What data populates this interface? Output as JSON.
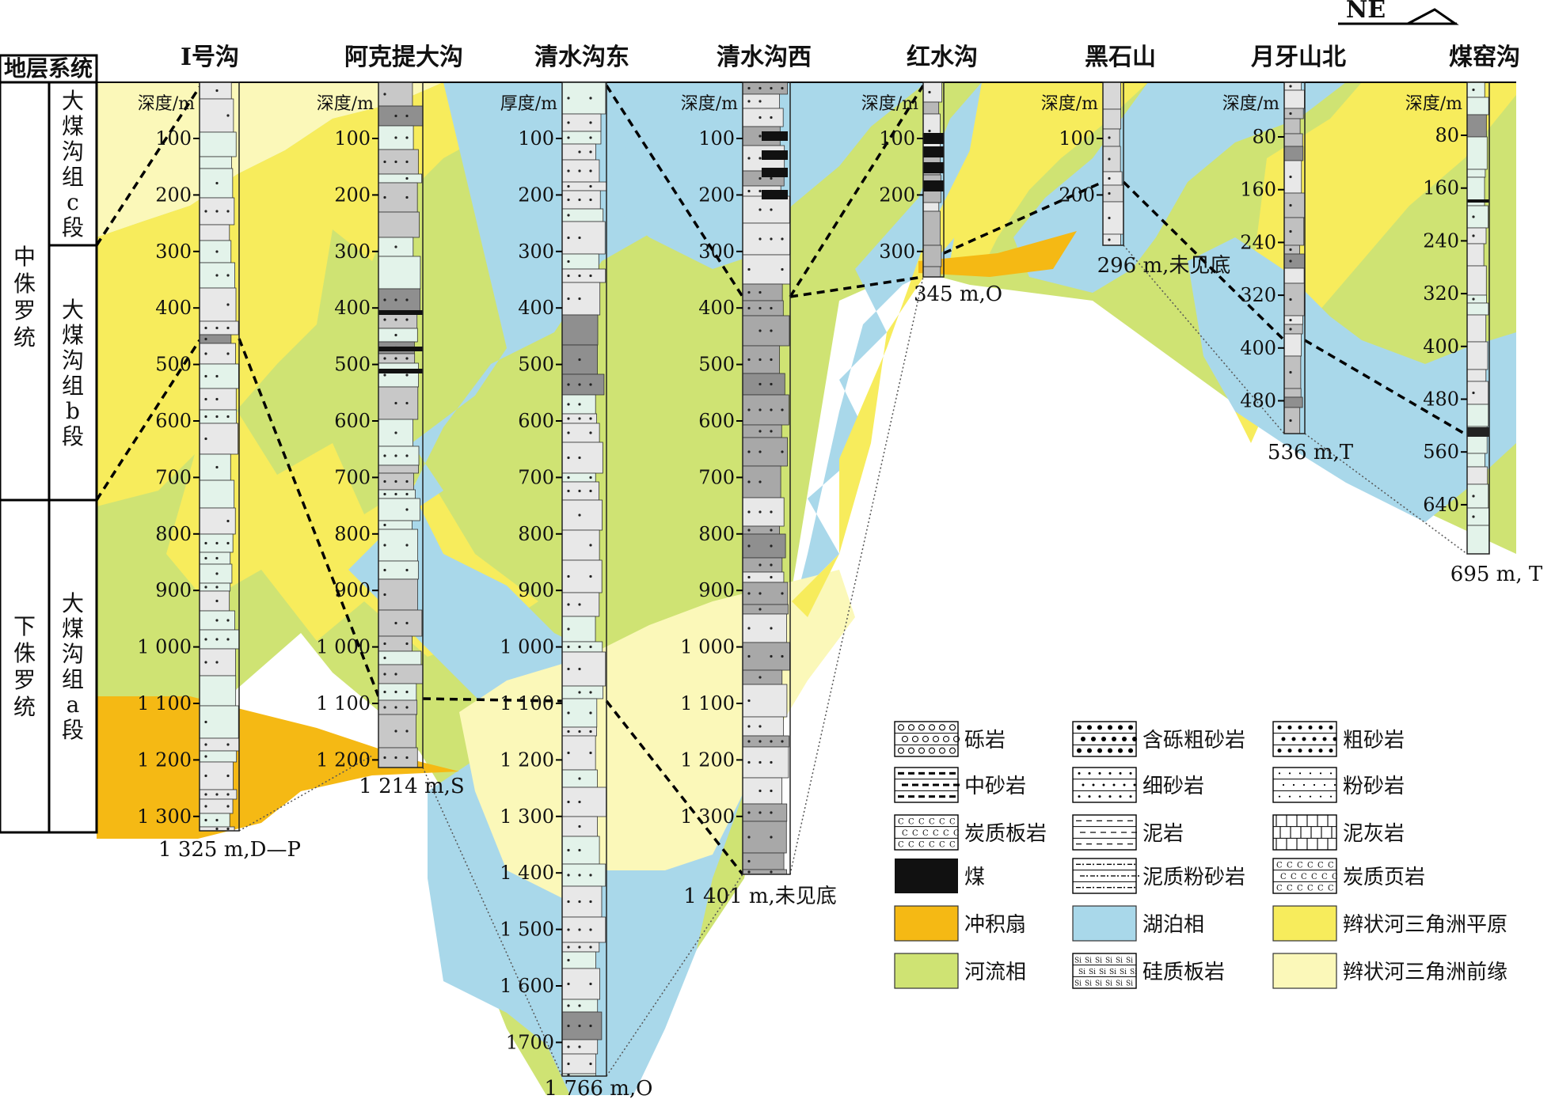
{
  "north_arrow": {
    "label": "NE"
  },
  "stratigraphy": {
    "header": "地层系统",
    "series": [
      {
        "name": "中侏罗统"
      },
      {
        "name": "下侏罗统"
      }
    ],
    "members": [
      {
        "name": "大煤沟组c段"
      },
      {
        "name": "大煤沟组b段"
      },
      {
        "name": "大煤沟组a段"
      }
    ]
  },
  "sections": [
    {
      "name": "I号沟",
      "ylabel": "深度/m",
      "ticks": [
        "100",
        "200",
        "300",
        "400",
        "500",
        "600",
        "700",
        "800",
        "900",
        "1 000",
        "1 100",
        "1 200",
        "1 300"
      ],
      "bottom_label": "1 325 m,D—P"
    },
    {
      "name": "阿克提大沟",
      "ylabel": "深度/m",
      "ticks": [
        "100",
        "200",
        "300",
        "400",
        "500",
        "600",
        "700",
        "800",
        "900",
        "1 000",
        "1 100",
        "1 200"
      ],
      "bottom_label": "1 214 m,S"
    },
    {
      "name": "清水沟东",
      "ylabel": "厚度/m",
      "ticks": [
        "100",
        "200",
        "300",
        "400",
        "500",
        "600",
        "700",
        "800",
        "900",
        "1 000",
        "1 100",
        "1 200",
        "1 300",
        "1 400",
        "1 500",
        "1 600",
        "1700"
      ],
      "bottom_label": "1 766 m,O"
    },
    {
      "name": "清水沟西",
      "ylabel": "深度/m",
      "ticks": [
        "100",
        "200",
        "300",
        "400",
        "500",
        "600",
        "700",
        "800",
        "900",
        "1 000",
        "1 100",
        "1 200",
        "1 300"
      ],
      "bottom_label": "1 401 m,未见底"
    },
    {
      "name": "红水沟",
      "ylabel": "深度/m",
      "ticks": [
        "100",
        "200",
        "300"
      ],
      "bottom_label": "345 m,O"
    },
    {
      "name": "黑石山",
      "ylabel": "深度/m",
      "ticks": [
        "100",
        "200"
      ],
      "bottom_label": "296 m,未见底"
    },
    {
      "name": "月牙山北",
      "ylabel": "深度/m",
      "ticks": [
        "80",
        "160",
        "240",
        "320",
        "400",
        "480"
      ],
      "bottom_label": "536 m,T"
    },
    {
      "name": "煤窑沟",
      "ylabel": "深度/m",
      "ticks": [
        "80",
        "160",
        "240",
        "320",
        "400",
        "480",
        "560",
        "640"
      ],
      "bottom_label": "695 m, T"
    }
  ],
  "legend": [
    {
      "label": "砾岩",
      "pattern": "gravel"
    },
    {
      "label": "含砾粗砂岩",
      "pattern": "pebbly"
    },
    {
      "label": "粗砂岩",
      "pattern": "coarse"
    },
    {
      "label": "中砂岩",
      "pattern": "medium"
    },
    {
      "label": "细砂岩",
      "pattern": "fine"
    },
    {
      "label": "粉砂岩",
      "pattern": "silt"
    },
    {
      "label": "炭质板岩",
      "pattern": "carbslate"
    },
    {
      "label": "泥岩",
      "pattern": "mud"
    },
    {
      "label": "泥灰岩",
      "pattern": "marl"
    },
    {
      "label": "煤",
      "pattern": "coal"
    },
    {
      "label": "泥质粉砂岩",
      "pattern": "mudsilt"
    },
    {
      "label": "炭质页岩",
      "pattern": "carbshale"
    },
    {
      "label": "冲积扇",
      "pattern": "fan"
    },
    {
      "label": "湖泊相",
      "pattern": "lake"
    },
    {
      "label": "辫状河三角洲平原",
      "pattern": "plain"
    },
    {
      "label": "河流相",
      "pattern": "river"
    },
    {
      "label": "硅质板岩",
      "pattern": "sislate"
    },
    {
      "label": "辫状河三角洲前缘",
      "pattern": "front"
    }
  ],
  "colors": {
    "fan": "#f5b914",
    "lake": "#a9d8ea",
    "plain": "#f7ec5c",
    "river": "#cfe373",
    "front": "#fbf8b9",
    "coal": "#111111",
    "column_light": "#ebebeb",
    "column_green": "#e3f3ea",
    "column_gray": "#b3b3b3"
  }
}
